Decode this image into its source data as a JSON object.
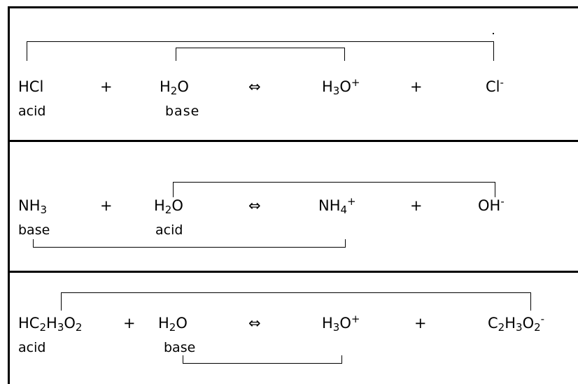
{
  "reactions": [
    {
      "terms": [
        {
          "base": "HCl",
          "sub": "",
          "tail": "",
          "sup": ""
        },
        {
          "op": "+"
        },
        {
          "base": "H",
          "sub": "2",
          "tail": "O",
          "sup": ""
        },
        {
          "op": "⇔"
        },
        {
          "base": "H",
          "sub": "3",
          "tail": "O",
          "sup": "+"
        },
        {
          "op": "+"
        },
        {
          "base": "Cl",
          "sub": "",
          "tail": "",
          "sup": "-"
        }
      ],
      "roles": [
        "acid",
        "base"
      ]
    },
    {
      "terms": [
        {
          "base": "NH",
          "sub": "3",
          "tail": "",
          "sup": ""
        },
        {
          "op": "+"
        },
        {
          "base": "H",
          "sub": "2",
          "tail": "O",
          "sup": ""
        },
        {
          "op": "⇔"
        },
        {
          "base": "NH",
          "sub": "4",
          "tail": "",
          "sup": "+"
        },
        {
          "op": "+"
        },
        {
          "base": "OH",
          "sub": "",
          "tail": "",
          "sup": "-"
        }
      ],
      "roles": [
        "base",
        "acid"
      ]
    },
    {
      "terms": [
        {
          "formula": [
            "HC",
            {
              "sub": "2"
            },
            "H",
            {
              "sub": "3"
            },
            "O",
            {
              "sub": "2"
            }
          ]
        },
        {
          "op": "+"
        },
        {
          "base": "H",
          "sub": "2",
          "tail": "O",
          "sup": ""
        },
        {
          "op": "⇔"
        },
        {
          "base": "H",
          "sub": "3",
          "tail": "O",
          "sup": "+"
        },
        {
          "op": "+"
        },
        {
          "formula": [
            "C",
            {
              "sub": "2"
            },
            "H",
            {
              "sub": "3"
            },
            "O",
            {
              "sub": "2"
            },
            {
              "sup": "-"
            }
          ]
        }
      ],
      "roles": [
        "acid",
        "base"
      ]
    }
  ]
}
